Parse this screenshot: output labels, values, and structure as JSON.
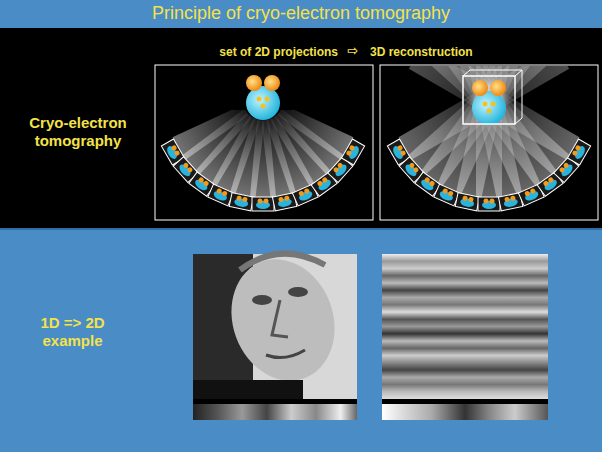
{
  "diagram": {
    "title": "Principle of cryo-electron tomography",
    "labels": [
      "set of 2D projections",
      "⇨",
      "3D reconstruction",
      "Cryo-electron tomography",
      "1D => 2D example"
    ]
  }
}
